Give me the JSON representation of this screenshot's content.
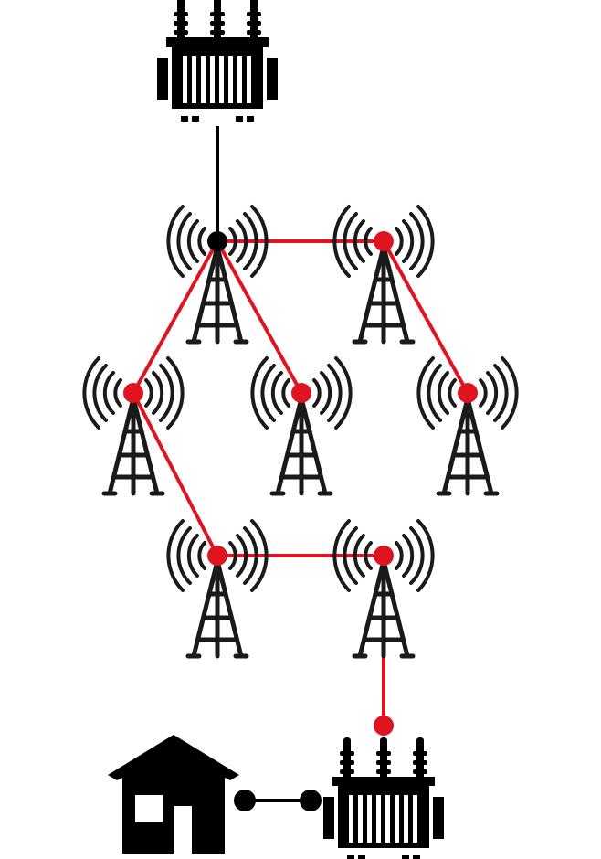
{
  "diagram": {
    "colors": {
      "background": "#ffffff",
      "black": "#000000",
      "red": "#e0141e",
      "tower": "#1a1a1a",
      "waves": "#1a1a1a"
    },
    "nodes": [
      {
        "id": "transformer-top",
        "kind": "transformer-icon"
      },
      {
        "id": "tower-1",
        "kind": "cell-tower-icon",
        "role": "gateway"
      },
      {
        "id": "tower-2",
        "kind": "cell-tower-icon",
        "role": "relay"
      },
      {
        "id": "tower-3",
        "kind": "cell-tower-icon",
        "role": "relay"
      },
      {
        "id": "tower-4",
        "kind": "cell-tower-icon",
        "role": "relay"
      },
      {
        "id": "tower-5",
        "kind": "cell-tower-icon",
        "role": "relay"
      },
      {
        "id": "tower-6",
        "kind": "cell-tower-icon",
        "role": "relay"
      },
      {
        "id": "tower-7",
        "kind": "cell-tower-icon",
        "role": "relay"
      },
      {
        "id": "transformer-bottom",
        "kind": "transformer-icon"
      },
      {
        "id": "house",
        "kind": "house-icon"
      }
    ],
    "links": [
      {
        "from": "transformer-top",
        "to": "tower-1",
        "color": "black"
      },
      {
        "from": "tower-1",
        "to": "tower-2",
        "color": "red"
      },
      {
        "from": "tower-1",
        "to": "tower-3",
        "color": "red"
      },
      {
        "from": "tower-1",
        "to": "tower-4",
        "color": "red"
      },
      {
        "from": "tower-2",
        "to": "tower-5",
        "color": "red"
      },
      {
        "from": "tower-3",
        "to": "tower-6",
        "color": "red"
      },
      {
        "from": "tower-6",
        "to": "tower-7",
        "color": "red"
      },
      {
        "from": "tower-7",
        "to": "transformer-bottom",
        "color": "red"
      },
      {
        "from": "house",
        "to": "transformer-bottom",
        "color": "black"
      }
    ]
  }
}
